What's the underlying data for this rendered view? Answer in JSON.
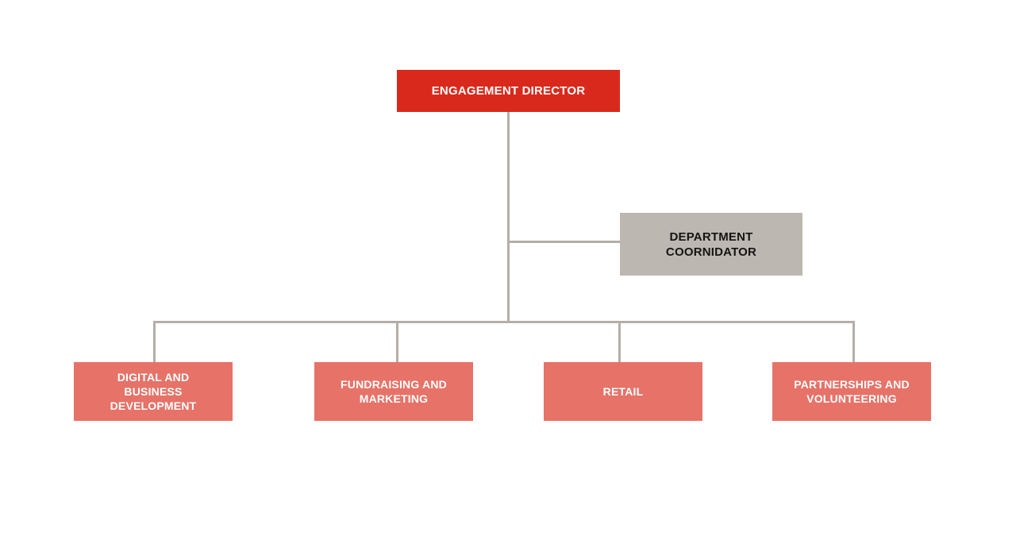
{
  "org_chart": {
    "director": {
      "label": "ENGAGEMENT DIRECTOR",
      "bg": "#d9291c",
      "text_color": "#ffffff"
    },
    "coordinator": {
      "label": "DEPARTMENT COORNIDATOR",
      "bg": "#bdb7b1",
      "text_color": "#141414"
    },
    "departments": [
      {
        "label": "DIGITAL AND BUSINESS DEVELOPMENT"
      },
      {
        "label": "FUNDRAISING AND MARKETING"
      },
      {
        "label": "RETAIL"
      },
      {
        "label": "PARTNERSHIPS AND VOLUNTEERING"
      }
    ],
    "department_style": {
      "bg": "#e67268",
      "text_color": "#ffffff"
    },
    "connector_color": "#b5aea7",
    "canvas_bg": "#ffffff"
  }
}
